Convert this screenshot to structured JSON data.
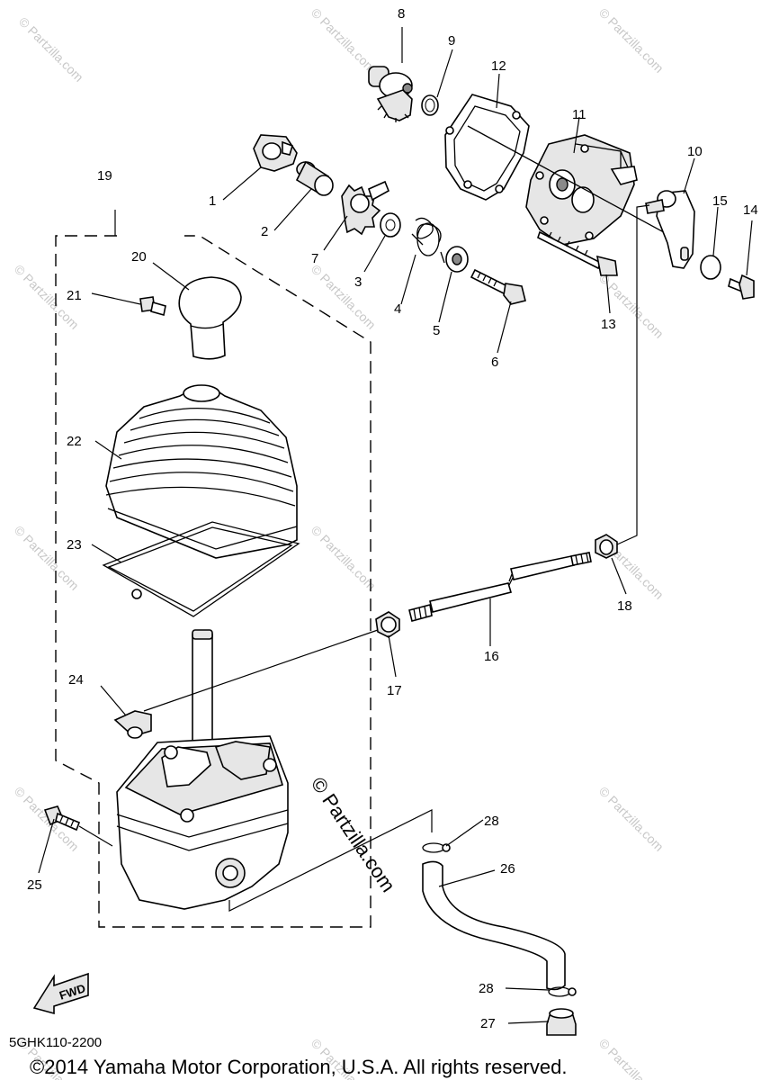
{
  "diagram": {
    "part_numbers": [
      "1",
      "2",
      "3",
      "4",
      "5",
      "6",
      "7",
      "8",
      "9",
      "10",
      "11",
      "12",
      "13",
      "14",
      "15",
      "16",
      "17",
      "18",
      "19",
      "20",
      "21",
      "22",
      "23",
      "24",
      "25",
      "26",
      "27",
      "28",
      "28"
    ],
    "watermark_text": "© Partzilla.com",
    "center_watermark": "© Partzilla.com",
    "direction_label": "FWD",
    "diagram_code": "5GHK110-2200",
    "copyright": "©2014  Yamaha Motor Corporation, U.S.A. All rights reserved."
  }
}
